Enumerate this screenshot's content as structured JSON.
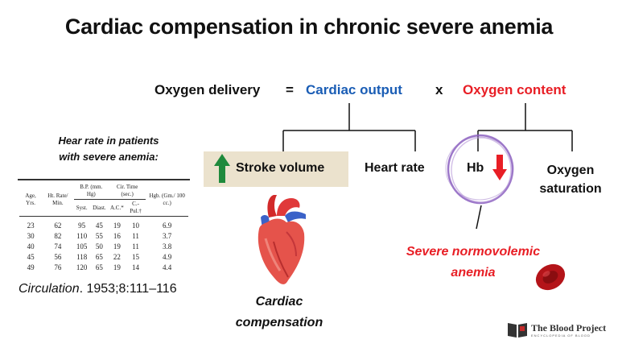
{
  "title": "Cardiac compensation in chronic severe anemia",
  "equation": {
    "lhs": "Oxygen delivery",
    "equals": "=",
    "term1": "Cardiac output",
    "times": "x",
    "term2": "Oxygen content"
  },
  "nodes": {
    "stroke_volume": "Stroke volume",
    "heart_rate": "Heart rate",
    "hb": "Hb",
    "oxygen_saturation_line1": "Oxygen",
    "oxygen_saturation_line2": "saturation"
  },
  "left_caption": {
    "line1": "Hear rate in patients",
    "line2": "with severe anemia:"
  },
  "table": {
    "headers": [
      "Age, Yrs.",
      "Ht. Rate/ Min.",
      "Syst.",
      "Diast.",
      "A.C.*",
      "C.-Pul.†",
      "Hgb. (Gm./ 100 cc.)"
    ],
    "group_headers": {
      "bp": "B.P. (mm. Hg)",
      "cir": "Cir. Time (sec.)"
    },
    "rows": [
      [
        "23",
        "62",
        "95",
        "45",
        "19",
        "10",
        "6.9"
      ],
      [
        "30",
        "82",
        "110",
        "55",
        "16",
        "11",
        "3.7"
      ],
      [
        "40",
        "74",
        "105",
        "50",
        "19",
        "11",
        "3.8"
      ],
      [
        "45",
        "56",
        "118",
        "65",
        "22",
        "15",
        "4.9"
      ],
      [
        "49",
        "76",
        "120",
        "65",
        "19",
        "14",
        "4.4"
      ]
    ]
  },
  "citation": {
    "journal": "Circulation",
    "ref": ". 1953;8:111–116"
  },
  "cardiac_compensation": {
    "line1": "Cardiac",
    "line2": "compensation"
  },
  "anemia": {
    "line1": "Severe normovolemic",
    "line2": "anemia"
  },
  "logo": {
    "name": "The Blood Project",
    "tagline": "ENCYCLOPEDIA OF BLOOD"
  },
  "icons": [
    "heart-icon",
    "up-arrow-icon",
    "down-arrow-icon",
    "red-blood-cell-icon",
    "book-logo-icon"
  ],
  "colors": {
    "cardiac_output": "#1a5db5",
    "oxygen_content": "#e81e25",
    "up_arrow": "#1f8a3c",
    "down_arrow": "#e81e25",
    "stroke_box": "#ebe2cd",
    "circle": "#8b5fbf"
  }
}
